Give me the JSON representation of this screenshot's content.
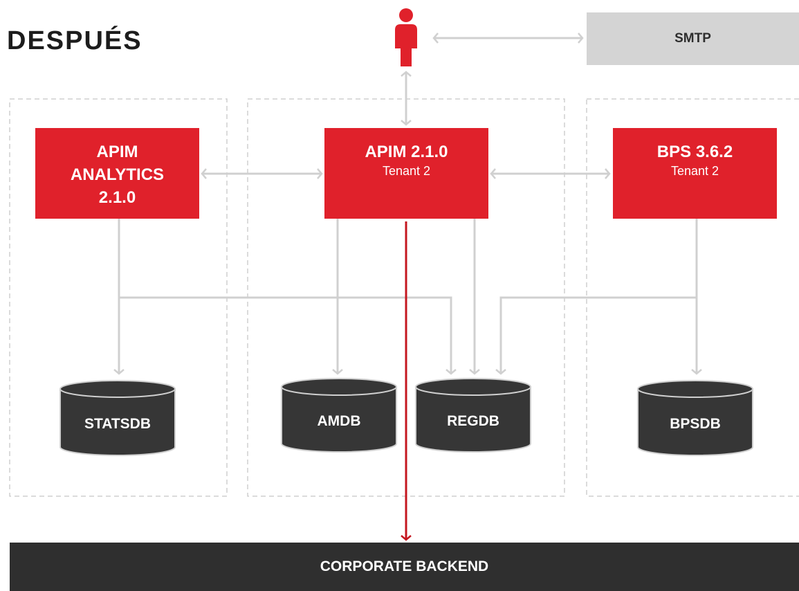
{
  "title": "DESPUÉS",
  "smtp": {
    "label": "SMTP"
  },
  "nodes": {
    "analytics": {
      "line1": "APIM",
      "line2": "ANALYTICS",
      "line3": "2.1.0"
    },
    "apim": {
      "name": "APIM 2.1.0",
      "tenant": "Tenant 2"
    },
    "bps": {
      "name": "BPS 3.6.2",
      "tenant": "Tenant 2"
    }
  },
  "databases": {
    "statsdb": "STATSDB",
    "amdb": "AMDB",
    "regdb": "REGDB",
    "bpsdb": "BPSDB"
  },
  "backend": {
    "label": "CORPORATE BACKEND"
  },
  "colors": {
    "accent_red": "#e0212b",
    "dark": "#2f2f2f",
    "connector_gray": "#d0d0d0",
    "group_border": "#cfcfcf",
    "smtp_gray": "#d4d4d4"
  },
  "icons": {
    "user": "user-icon"
  }
}
